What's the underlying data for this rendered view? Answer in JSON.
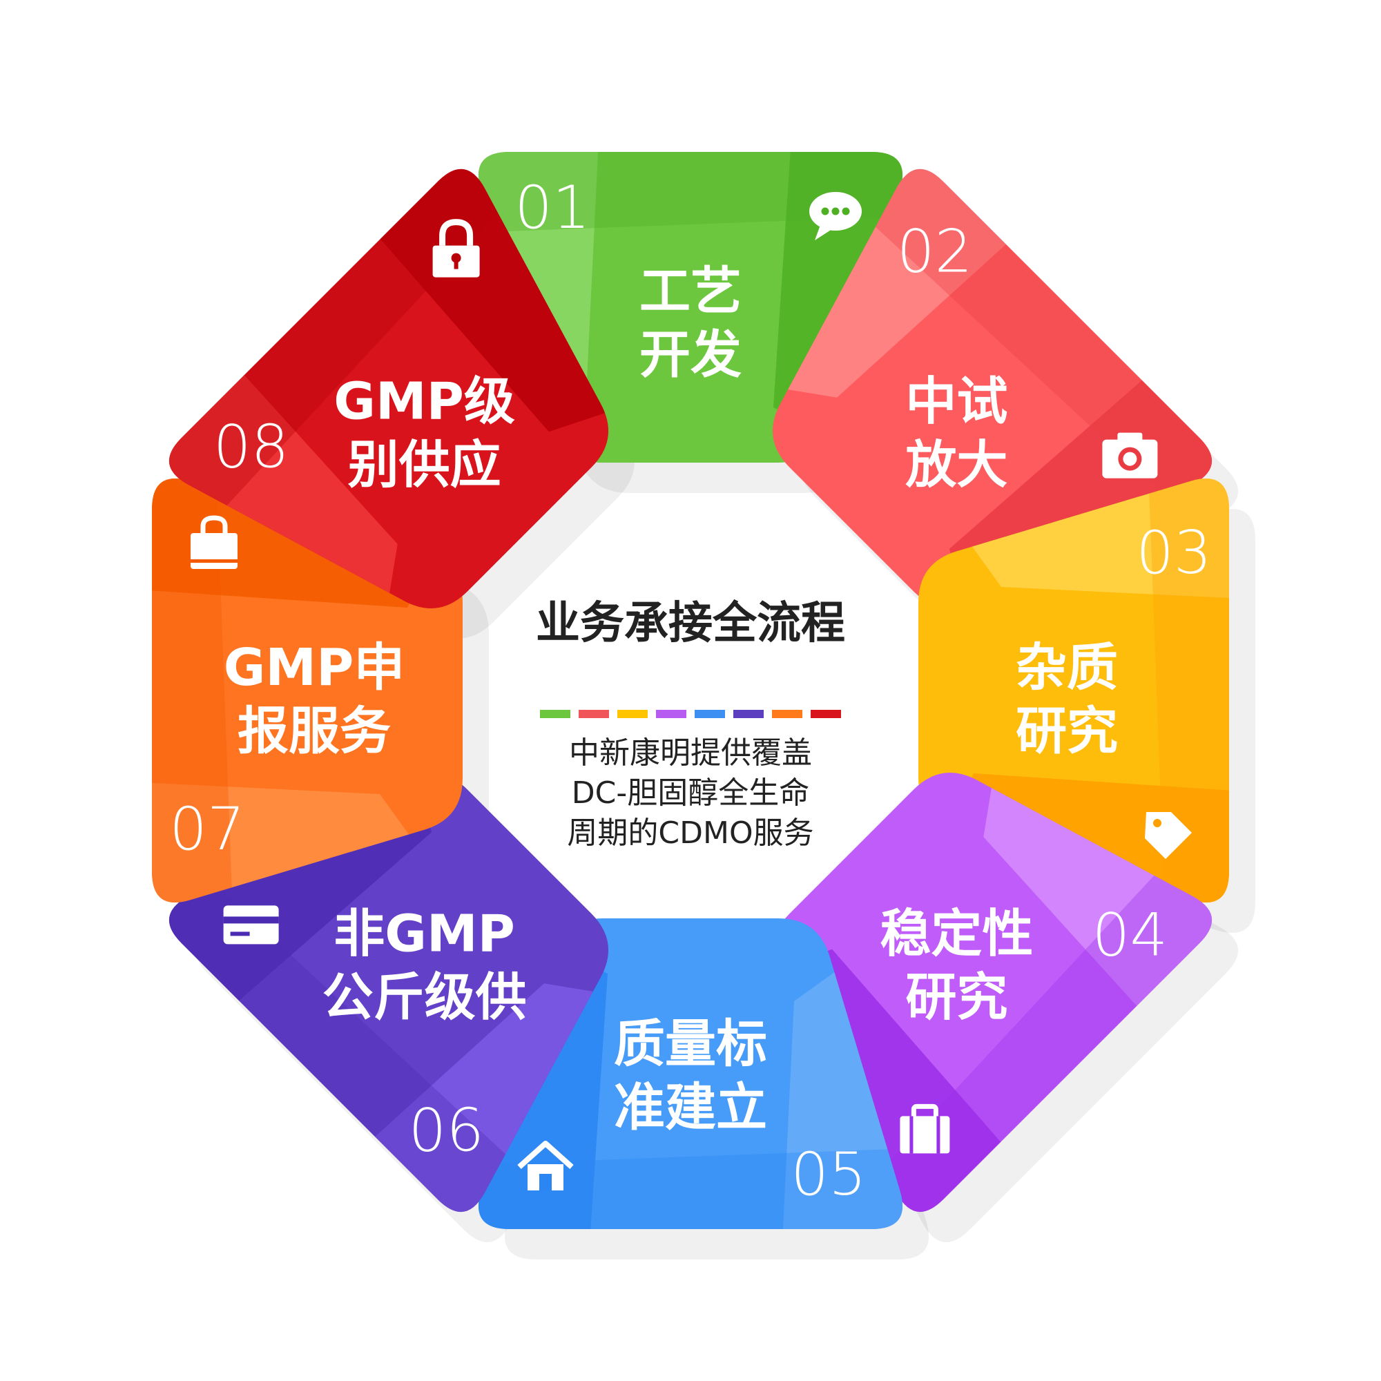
{
  "center": {
    "title": "业务承接全流程",
    "subtitle_lines": [
      "中新康明提供覆盖",
      "DC-胆固醇全生命",
      "周期的CDMO服务"
    ],
    "color_bar": [
      "#6cc63e",
      "#f0555a",
      "#ffc400",
      "#b65cf0",
      "#3d8ff2",
      "#5b3fc0",
      "#ff7a1a",
      "#d8131b"
    ]
  },
  "segments": [
    {
      "number": "01",
      "label_lines": [
        "工艺",
        "开发"
      ],
      "icon": "speech-bubble-icon",
      "colors": {
        "light": "#8cd867",
        "main": "#6cc63e",
        "dark": "#4fb024"
      }
    },
    {
      "number": "02",
      "label_lines": [
        "中试",
        "放大"
      ],
      "icon": "camera-icon",
      "colors": {
        "light": "#ff8a8a",
        "main": "#fe5b5f",
        "dark": "#ea3b43"
      }
    },
    {
      "number": "03",
      "label_lines": [
        "杂质",
        "研究"
      ],
      "icon": "tag-icon",
      "colors": {
        "light": "#ffd54a",
        "main": "#ffbd0b",
        "dark": "#ff9f00"
      }
    },
    {
      "number": "04",
      "label_lines": [
        "稳定性",
        "研究"
      ],
      "icon": "briefcase-icon",
      "colors": {
        "light": "#d58cfd",
        "main": "#bf5cfa",
        "dark": "#9b2ee8"
      }
    },
    {
      "number": "05",
      "label_lines": [
        "质量标",
        "准建立"
      ],
      "icon": "house-icon",
      "colors": {
        "light": "#68aef9",
        "main": "#469cf8",
        "dark": "#2b86f3"
      }
    },
    {
      "number": "06",
      "label_lines": [
        "非GMP",
        "公斤级供"
      ],
      "icon": "credit-card-icon",
      "colors": {
        "light": "#7b5ae6",
        "main": "#6340c8",
        "dark": "#4c2bb3"
      }
    },
    {
      "number": "07",
      "label_lines": [
        "GMP申",
        "报服务"
      ],
      "icon": "shopping-bag-icon",
      "colors": {
        "light": "#ff8f45",
        "main": "#ff7420",
        "dark": "#f45a00"
      }
    },
    {
      "number": "08",
      "label_lines": [
        "GMP级",
        "别供应"
      ],
      "icon": "padlock-icon",
      "colors": {
        "light": "#f03838",
        "main": "#d8131b",
        "dark": "#b80008"
      }
    }
  ]
}
